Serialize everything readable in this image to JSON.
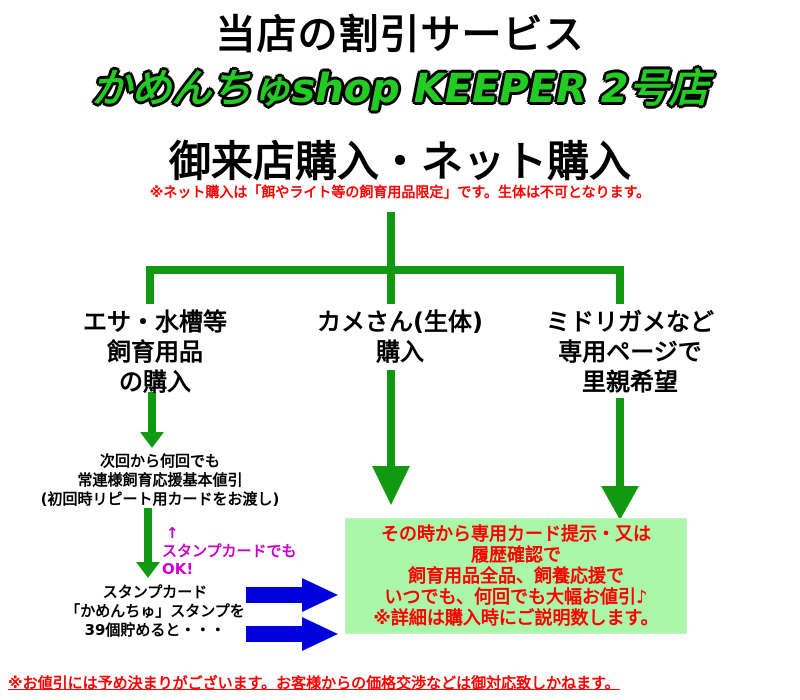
{
  "header": {
    "title": "当店の割引サービス",
    "shop_name": "かめんちゅshop KEEPER 2号店",
    "heading": "御来店購入・ネット購入",
    "net_note": "※ネット購入は「餌やライト等の飼育用品限定」です。生体は不可となります。"
  },
  "branches": {
    "supplies": [
      "エサ・水槽等",
      "飼育用品",
      "の購入"
    ],
    "turtle": [
      "カメさん(生体)",
      "購入"
    ],
    "adoption": [
      "ミドリガメなど",
      "専用ページで",
      "里親希望"
    ]
  },
  "next_discount": [
    "次回から何回でも",
    "常連様飼育応援基本値引",
    "(初回時リピート用カードをお渡し)"
  ],
  "stamp_note": {
    "arrow": "↑",
    "lines": [
      "スタンプカードでも",
      "OK!"
    ]
  },
  "stamp_card": [
    "スタンプカード",
    "「かめんちゅ」スタンプを",
    "39個貯めると・・・"
  ],
  "benefit_box": [
    "その時から専用カード提示・又は",
    "履歴確認で",
    "飼育用品全品、飼養応援で",
    "いつでも、何回でも大幅お値引♪",
    "※詳細は購入時にご説明数します。"
  ],
  "footer": "※お値引には予め決まりがございます。お客様からの価格交渉などは御対応致しかねます。",
  "colors": {
    "flow_green": "#119911",
    "shop_green": "#22cc22",
    "arrow_blue": "#0000dd",
    "note_red": "#ff0000",
    "note_magenta": "#cc00cc",
    "box_green": "#aaf7aa"
  }
}
